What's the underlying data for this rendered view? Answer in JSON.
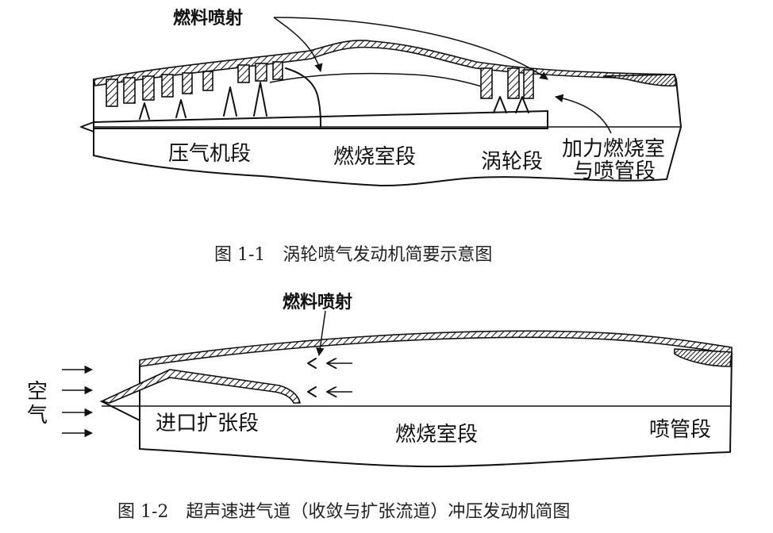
{
  "figure1": {
    "labels": {
      "fuel_injection": "燃料喷射",
      "compressor": "压气机段",
      "combustor": "燃烧室段",
      "turbine": "涡轮段",
      "afterburner_line1": "加力燃烧室",
      "afterburner_line2": "与喷管段"
    },
    "caption": "图 1-1　涡轮喷气发动机简要示意图"
  },
  "figure2": {
    "labels": {
      "fuel_injection": "燃料喷射",
      "air_char1": "空",
      "air_char2": "气",
      "inlet": "进口扩张段",
      "combustor": "燃烧室段",
      "nozzle": "喷管段"
    },
    "caption": "图 1-2　超声速进气道（收敛与扩张流道）冲压发动机简图"
  }
}
